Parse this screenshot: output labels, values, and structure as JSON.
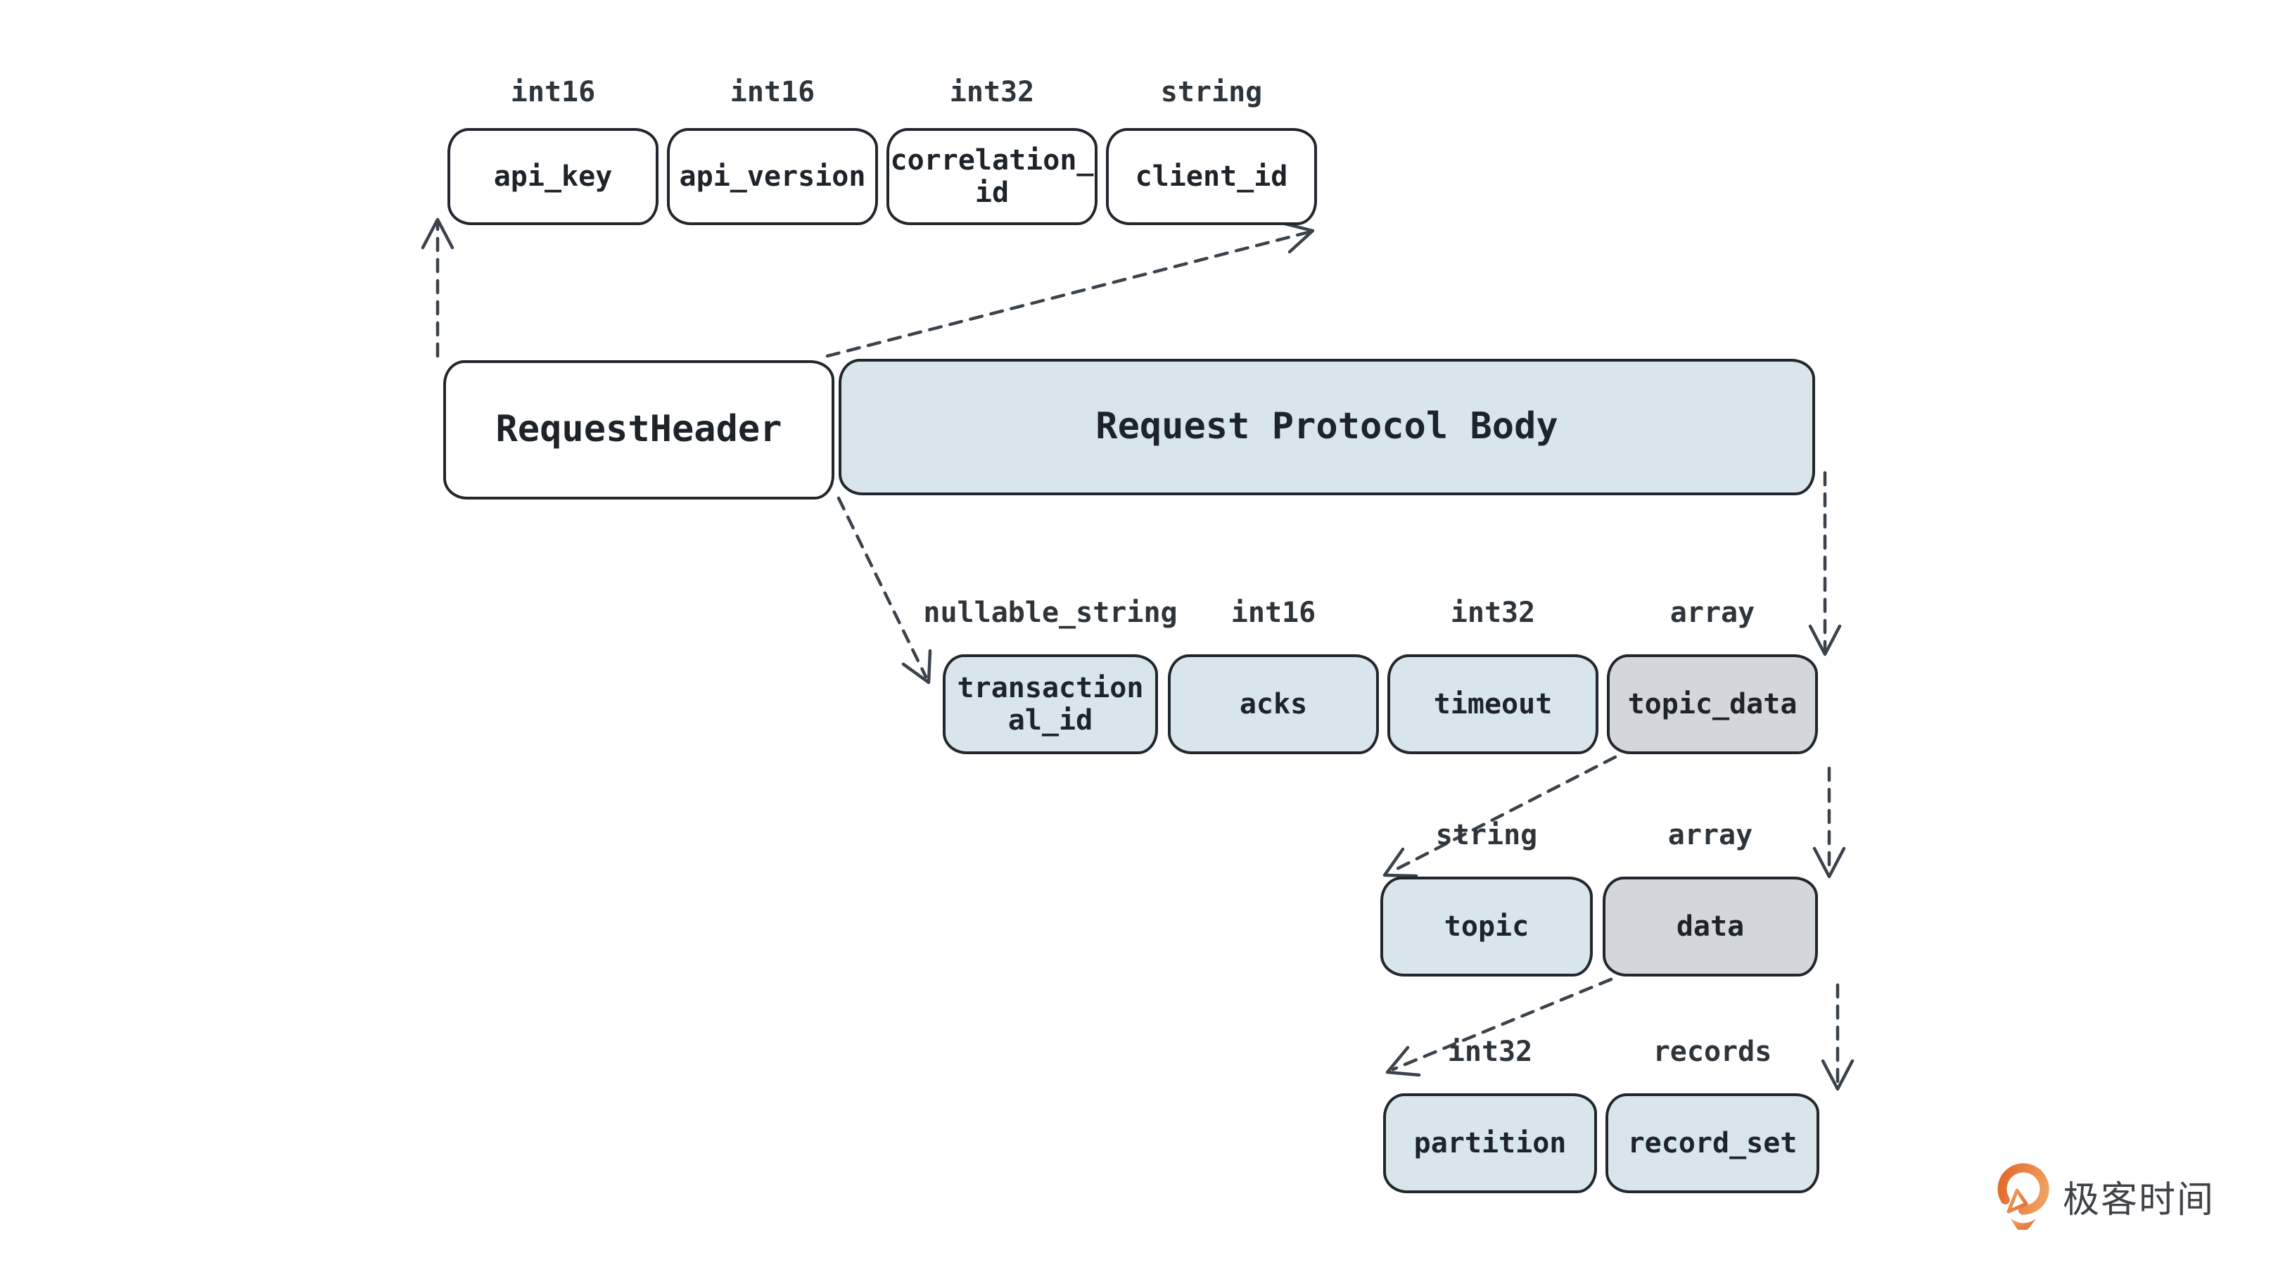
{
  "request_header": {
    "label": "RequestHeader"
  },
  "request_protocol_body": {
    "label": "Request Protocol Body"
  },
  "header_fields": [
    {
      "type": "int16",
      "label": "api_key"
    },
    {
      "type": "int16",
      "label": "api_version"
    },
    {
      "type": "int32",
      "label": "correlation_\nid"
    },
    {
      "type": "string",
      "label": "client_id"
    }
  ],
  "body_fields": [
    {
      "type": "nullable_string",
      "label": "transaction\nal_id",
      "fill": "blue"
    },
    {
      "type": "int16",
      "label": "acks",
      "fill": "blue"
    },
    {
      "type": "int32",
      "label": "timeout",
      "fill": "blue"
    },
    {
      "type": "array",
      "label": "topic_data",
      "fill": "gray"
    }
  ],
  "topic_fields": [
    {
      "type": "string",
      "label": "topic",
      "fill": "blue"
    },
    {
      "type": "array",
      "label": "data",
      "fill": "gray"
    }
  ],
  "partition_fields": [
    {
      "type": "int32",
      "label": "partition",
      "fill": "blue"
    },
    {
      "type": "records",
      "label": "record_set",
      "fill": "blue"
    }
  ],
  "brand": {
    "name": "极客时间"
  },
  "colors": {
    "box-blue": "#d8e5ea",
    "box-gray": "#d3d7db",
    "box-white": "#ffffff",
    "stroke": "#22272e",
    "text": "#1d2329",
    "label-text": "#2d343a",
    "arrow": "#3a424b",
    "brand-orange": "#e2702a",
    "brand-text": "#3f4347",
    "background": "#ffffff"
  }
}
